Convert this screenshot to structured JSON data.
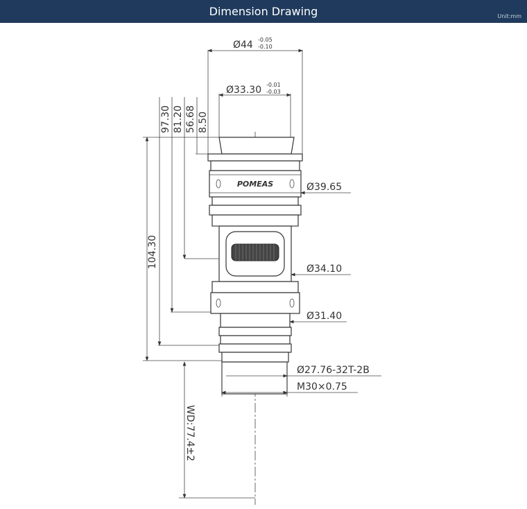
{
  "header": {
    "title": "Dimension Drawing",
    "unit": "Unit:mm"
  },
  "drawing": {
    "brand": "POMEAS",
    "top_diameter": "Ø44",
    "top_tol_upper": "-0.05",
    "top_tol_lower": "-0.10",
    "flange_diameter": "Ø33.30",
    "flange_tol_upper": "-0.01",
    "flange_tol_lower": "-0.03",
    "vert_dims": [
      "97.30",
      "81.20",
      "56.68",
      "8.50"
    ],
    "total_length": "104.30",
    "d1": "Ø39.65",
    "d2": "Ø34.10",
    "d3": "Ø31.40",
    "d4": "Ø27.76-32T-2B",
    "d5": "M30×0.75",
    "wd": "WD:77.4±2"
  },
  "colors": {
    "header_bg": "#1f3a5c",
    "line": "#333333"
  }
}
